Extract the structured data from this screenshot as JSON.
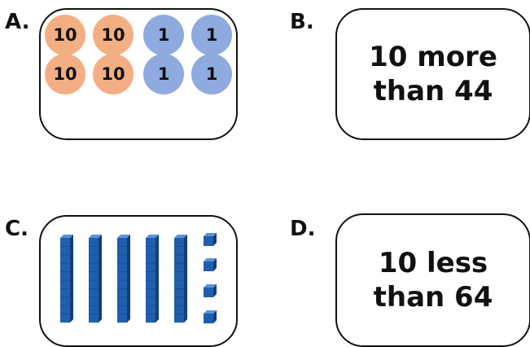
{
  "labels": {
    "a": "A.",
    "b": "B.",
    "c": "C.",
    "d": "D."
  },
  "card_a": {
    "counters": [
      {
        "text": "10",
        "kind": "ten"
      },
      {
        "text": "10",
        "kind": "ten"
      },
      {
        "text": "1",
        "kind": "one"
      },
      {
        "text": "1",
        "kind": "one"
      },
      {
        "text": "10",
        "kind": "ten"
      },
      {
        "text": "10",
        "kind": "ten"
      },
      {
        "text": "1",
        "kind": "one"
      },
      {
        "text": "1",
        "kind": "one"
      }
    ],
    "colors": {
      "ten": "#f4ae84",
      "one": "#8eaadf"
    }
  },
  "card_b": {
    "line1": "10 more",
    "line2": "than 44"
  },
  "card_c": {
    "ten_rods": 5,
    "unit_cubes": 4,
    "block_color": "#1f5fae"
  },
  "card_d": {
    "line1": "10 less",
    "line2": "than 64"
  }
}
